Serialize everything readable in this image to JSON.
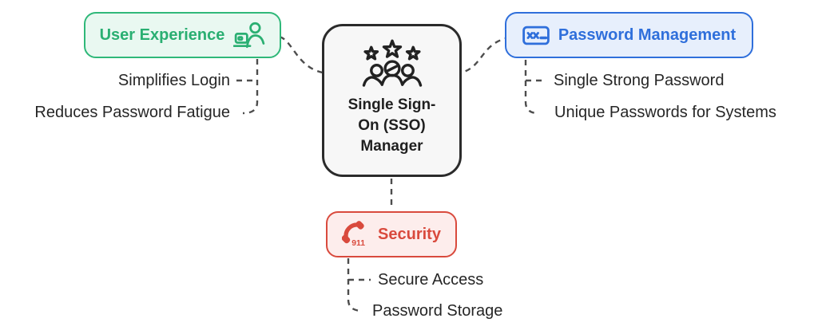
{
  "canvas": {
    "background": "#ffffff",
    "connector_color": "#4d4d4d"
  },
  "center_node": {
    "icon": "team-rating-icon",
    "title_lines": [
      "Single Sign-",
      "On (SSO)",
      "Manager"
    ],
    "border_color": "#2b2b2b",
    "background": "#f7f7f7"
  },
  "branches": {
    "user_experience": {
      "label": "User Experience",
      "icon": "person-laptop-icon",
      "color": "#2fb879",
      "background": "#e9f8f1",
      "items": [
        "Simplifies Login",
        "Reduces Password Fatigue"
      ]
    },
    "password_management": {
      "label": "Password Management",
      "icon": "password-field-icon",
      "color": "#2f6fdb",
      "background": "#e7effc",
      "items": [
        "Single Strong Password",
        "Unique Passwords for Systems"
      ]
    },
    "security": {
      "label": "Security",
      "icon": "emergency-phone-icon",
      "icon_text": "911",
      "color": "#d94a3d",
      "background": "#fdedec",
      "items": [
        "Secure Access",
        "Password Storage"
      ]
    }
  }
}
